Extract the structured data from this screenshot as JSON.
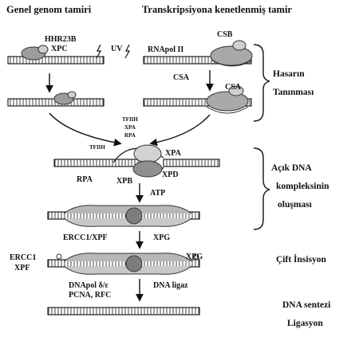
{
  "headers": {
    "global_genome_repair": "Genel genom tamiri",
    "transcription_coupled_repair": "Transkripsiyona kenetlenmiş tamir"
  },
  "stage_labels": {
    "recognition_line1": "Hasarın",
    "recognition_line2": "Tanınması",
    "open_complex_line1": "Açık DNA",
    "open_complex_line2": "kompleksinin",
    "open_complex_line3": "oluşması",
    "dual_incision": "Çift İnsisyon",
    "synthesis_line1": "DNA sentezi",
    "synthesis_line2": "Ligasyon"
  },
  "protein_labels": {
    "hhr23b": "HHR23B",
    "xpc": "XPC",
    "uv": "UV",
    "rnapol2": "RNApol II",
    "csb": "CSB",
    "csa_left": "CSA",
    "csa_right": "CSA",
    "tfiih_top": "TFIIH",
    "xpa_top": "XPA",
    "rpa_top": "RPA",
    "tfiih_mid": "TFIIH",
    "xpa_mid": "XPA",
    "rpa_mid": "RPA",
    "xpb": "XPB",
    "xpd": "XPD",
    "atp": "ATP",
    "ercc1_xpf": "ERCC1/XPF",
    "xpg_mid": "XPG",
    "ercc1": "ERCC1",
    "xpf": "XPF",
    "xpg_right": "XPG",
    "dnapol": "DNApol δ/ε",
    "dna_ligase": "DNA ligaz",
    "pcna_rfc": "PCNA, RFC"
  },
  "colors": {
    "dna_strand": "#2b2b2b",
    "protein_fill": "#a9a9a9",
    "protein_light": "#d3d3d3",
    "text": "#111111"
  }
}
